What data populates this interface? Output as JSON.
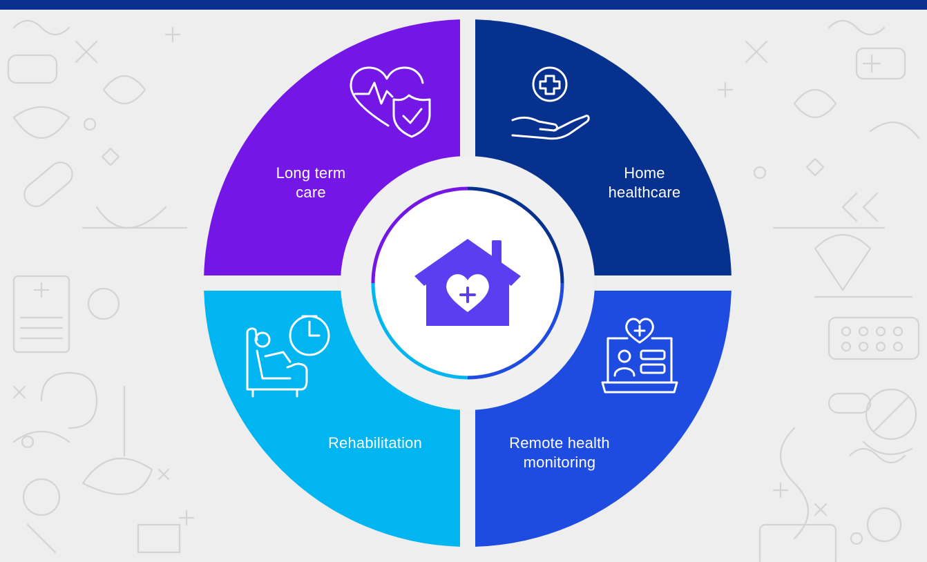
{
  "diagram": {
    "colors": {
      "header_bar": "#0a3190",
      "background": "#eeeeef",
      "pattern_stroke": "#d3d3d5",
      "inner_ring": "#f0f0f1",
      "center_disc": "#ffffff",
      "house": "#5a3ef0"
    },
    "center": {
      "icon": "house-heart-icon"
    },
    "segments": [
      {
        "id": "long-term-care",
        "label": "Long term\ncare",
        "color": "#7417e6",
        "icon": "heart-shield-icon"
      },
      {
        "id": "home-healthcare",
        "label": "Home\nhealthcare",
        "color": "#06318f",
        "icon": "hand-medical-cross-icon"
      },
      {
        "id": "rehabilitation",
        "label": "Rehabilitation",
        "color": "#00b5f0",
        "icon": "patient-armchair-clock-icon"
      },
      {
        "id": "remote-health-monitoring",
        "label": "Remote health\nmonitoring",
        "color": "#1f4ce0",
        "icon": "laptop-health-profile-icon"
      }
    ]
  }
}
